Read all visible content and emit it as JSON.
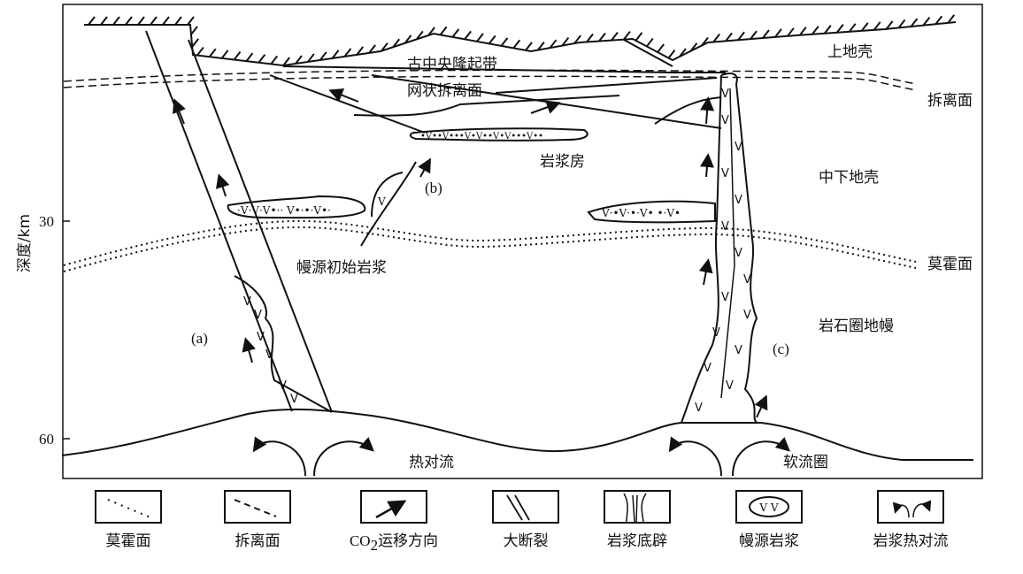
{
  "axis": {
    "label": "深度/km",
    "ticks": [
      "30",
      "60"
    ]
  },
  "labels": {
    "upper_crust": "上地壳",
    "detachment": "拆离面",
    "mid_lower_crust": "中下地壳",
    "moho": "莫霍面",
    "lithospheric_mantle": "岩石圈地幔",
    "asthenosphere": "软流圈",
    "thermal_convection": "热对流",
    "primary_magma": "幔源初始岩浆",
    "magma_chamber": "岩浆房",
    "uplift": "古中央隆起带",
    "network_detachment": "网状拆离面",
    "a": "(a)",
    "b": "(b)",
    "c": "(c)"
  },
  "legend": [
    {
      "icon": "dotted-line",
      "label": "莫霍面"
    },
    {
      "icon": "dashed-line",
      "label": "拆离面"
    },
    {
      "icon": "arrow",
      "label_prefix": "CO",
      "label_sub": "2",
      "label_suffix": "运移方向"
    },
    {
      "icon": "double-fault-lines",
      "label": "大断裂"
    },
    {
      "icon": "diapir",
      "label": "岩浆底辟"
    },
    {
      "icon": "magma-blob",
      "label": "幔源岩浆"
    },
    {
      "icon": "convection-arrows",
      "label": "岩浆热对流"
    }
  ]
}
